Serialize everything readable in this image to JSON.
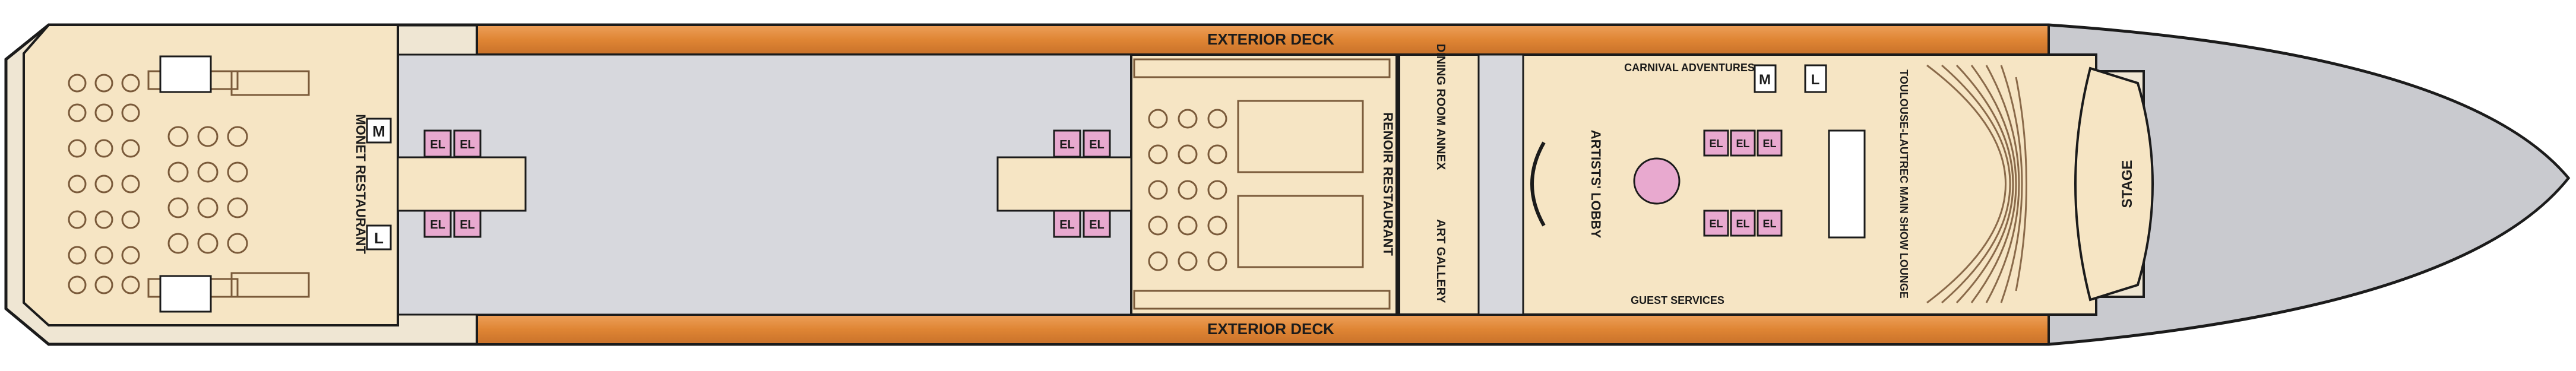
{
  "deck": {
    "exterior_top": "EXTERIOR DECK",
    "exterior_bottom": "EXTERIOR DECK"
  },
  "rooms": {
    "monet_restaurant": "MONET RESTAURANT",
    "renoir_restaurant": "RENOIR RESTAURANT",
    "dining_room_annex": "DINING ROOM ANNEX",
    "art_gallery": "ART GALLERY",
    "artists_lobby": "ARTISTS' LOBBY",
    "carnival_adventures": "CARNIVAL ADVENTURES",
    "guest_services": "GUEST SERVICES",
    "show_lounge": "TOULOUSE-LAUTREC MAIN SHOW LOUNGE",
    "stage": "STAGE"
  },
  "markers": {
    "elevator": "EL",
    "mens_restroom": "M",
    "ladies_restroom": "L"
  },
  "colors": {
    "deck_wood": "#e08a3c",
    "interior": "#f6e5c4",
    "corridor": "#d7d8dd",
    "hull_bow": "#c9cacf",
    "elevator": "#e8a9cf",
    "outline": "#1b1b1b"
  }
}
